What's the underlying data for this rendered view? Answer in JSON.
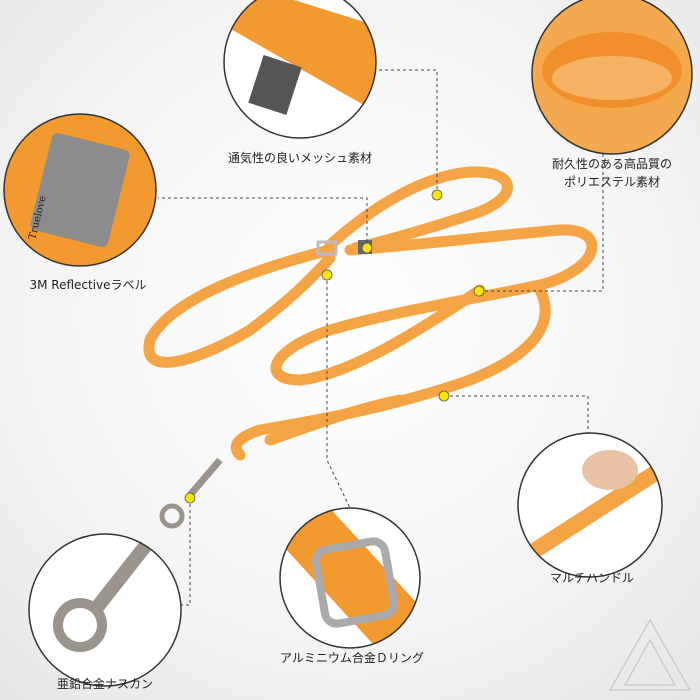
{
  "callouts": {
    "mesh": "通気性の良いメッシュ素材",
    "polyester_line1": "耐久性のある高品質の",
    "polyester_line2": "ポリエステル素材",
    "reflective": "3M Reflectiveラベル",
    "multi_handle": "マルチハンドル",
    "d_ring": "アルミニウム合金Ｄリング",
    "snap_hook": "亜鉛合金ナスカン"
  },
  "logo_text": "Truelove",
  "colors": {
    "leash": "#f5a445",
    "dot": "#f5e600",
    "dashed": "#444444"
  }
}
